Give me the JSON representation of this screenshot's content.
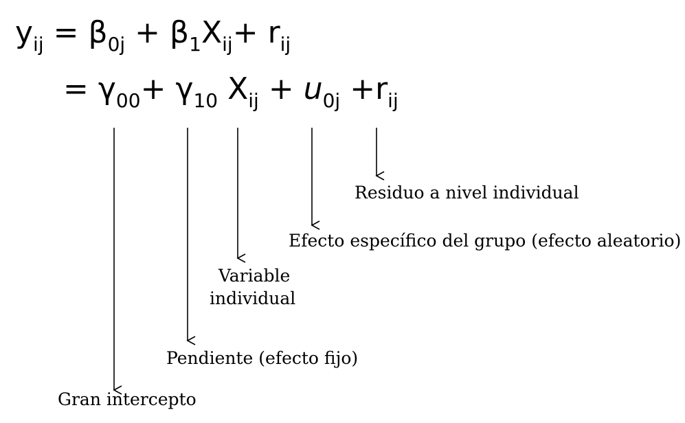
{
  "equation": {
    "line1": {
      "y": "y",
      "y_sub": "ij",
      "eq": "=",
      "b0": "β",
      "b0_sub": "0j",
      "plus1": "+",
      "b1": "β",
      "b1_sub": "1",
      "x": "X",
      "x_sub": "ij",
      "plus2": "+",
      "r": "r",
      "r_sub": "ij"
    },
    "line2": {
      "eq": "=",
      "g00": "γ",
      "g00_sub": "00",
      "plus1": "+",
      "g10": "γ",
      "g10_sub": "10",
      "x": "X",
      "x_sub": "ij",
      "plus2": "+",
      "u": "u",
      "u_sub": "0j",
      "plus3": "+",
      "r": "r",
      "r_sub": "ij"
    }
  },
  "labels": {
    "residual": "Residuo a nivel individual",
    "group_effect": "Efecto específico del grupo (efecto aleatorio)",
    "variable_line1": "Variable",
    "variable_line2": "individual",
    "slope": "Pendiente (efecto fijo)",
    "intercept": "Gran intercepto"
  }
}
